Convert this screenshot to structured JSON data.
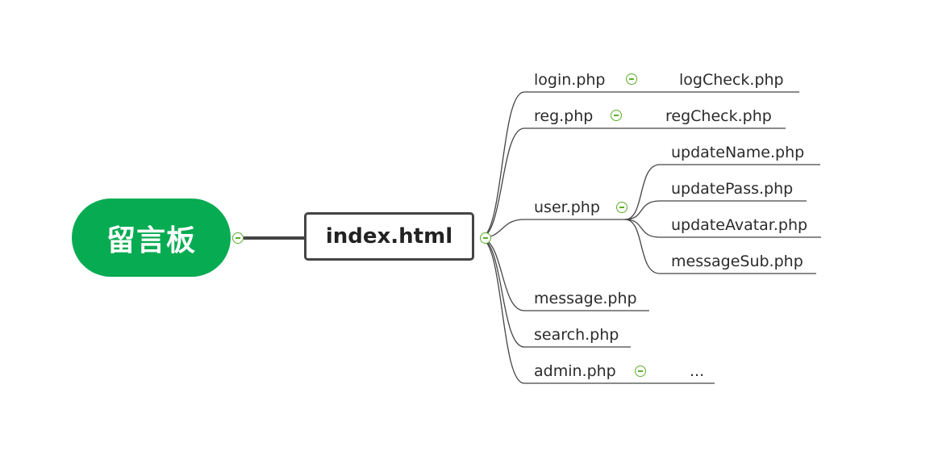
{
  "root": {
    "label": "留言板"
  },
  "center": {
    "label": "index.html"
  },
  "branches": {
    "login": {
      "label": "login.php",
      "child": "logCheck.php"
    },
    "reg": {
      "label": "reg.php",
      "child": "regCheck.php"
    },
    "user": {
      "label": "user.php",
      "children": [
        "updateName.php",
        "updatePass.php",
        "updateAvatar.php",
        "messageSub.php"
      ]
    },
    "message": {
      "label": "message.php"
    },
    "search": {
      "label": "search.php"
    },
    "admin": {
      "label": "admin.php",
      "child": "..."
    }
  },
  "colors": {
    "root_fill": "#07ab52",
    "line": "#444444",
    "toggle": "#5caf2a"
  }
}
